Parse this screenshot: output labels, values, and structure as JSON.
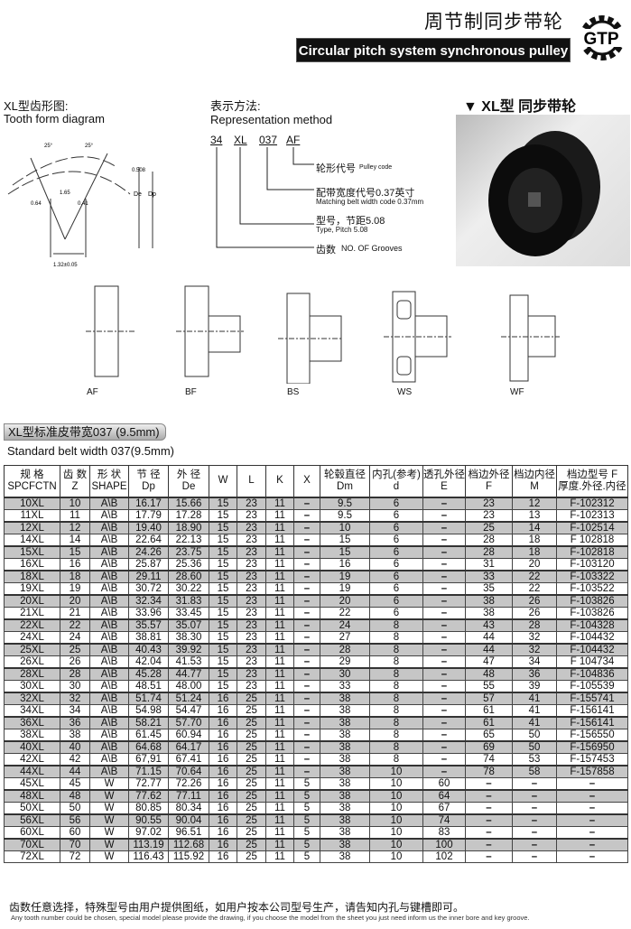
{
  "header": {
    "title_cn": "周节制同步带轮",
    "title_en": "Circular pitch system synchronous pulley",
    "logo_text": "GTP"
  },
  "tooth": {
    "title_cn": "XL型齿形图:",
    "title_en": "Tooth form diagram",
    "dims": [
      "25°",
      "25°",
      "0.508",
      "1.65",
      "0.41",
      "0.64",
      "De",
      "Dp",
      "1.32±0.05"
    ]
  },
  "representation": {
    "title_cn": "表示方法:",
    "title_en": "Representation method",
    "codes": [
      "34",
      "XL",
      "037",
      "AF"
    ],
    "pulley_code_cn": "轮形代号",
    "pulley_code_en": "Pulley code",
    "width_cn": "配带宽度代号0.37英寸",
    "width_en": "Matching belt width code 0.37mm",
    "type_cn": "型号，节距5.08",
    "type_en": "Type, Pitch 5.08",
    "grooves_cn": "齿数",
    "grooves_en": "NO. OF Grooves"
  },
  "photo": {
    "title": "▼ XL型  同步带轮"
  },
  "shapes": [
    "AF",
    "BF",
    "BS",
    "WS",
    "WF"
  ],
  "section": {
    "title_cn": "XL型标准皮带宽037 (9.5mm)",
    "title_en": "Standard belt width 037(9.5mm)"
  },
  "table": {
    "headers": [
      [
        "规  格",
        "SPCFCTN"
      ],
      [
        "齿 数",
        "Z"
      ],
      [
        "形 状",
        "SHAPE"
      ],
      [
        "节 径",
        "Dp"
      ],
      [
        "外 径",
        "De"
      ],
      [
        "W",
        ""
      ],
      [
        "L",
        ""
      ],
      [
        "K",
        ""
      ],
      [
        "X",
        ""
      ],
      [
        "轮毂直径",
        "Dm"
      ],
      [
        "内孔(参考)",
        "d"
      ],
      [
        "透孔外径",
        "E"
      ],
      [
        "档边外径",
        "F"
      ],
      [
        "档边内径",
        "M"
      ],
      [
        "档边型号  F",
        "厚度.外径.内径"
      ]
    ],
    "rows": [
      [
        "10XL",
        "10",
        "A\\B",
        "16.17",
        "15.66",
        "15",
        "23",
        "11",
        "–",
        "9.5",
        "6",
        "–",
        "23",
        "12",
        "F-102312"
      ],
      [
        "11XL",
        "11",
        "A\\B",
        "17.79",
        "17.28",
        "15",
        "23",
        "11",
        "–",
        "9.5",
        "6",
        "–",
        "23",
        "13",
        "F-102313"
      ],
      [
        "12XL",
        "12",
        "A\\B",
        "19.40",
        "18.90",
        "15",
        "23",
        "11",
        "–",
        "10",
        "6",
        "–",
        "25",
        "14",
        "F-102514"
      ],
      [
        "14XL",
        "14",
        "A\\B",
        "22.64",
        "22.13",
        "15",
        "23",
        "11",
        "–",
        "15",
        "6",
        "–",
        "28",
        "18",
        "F 102818"
      ],
      [
        "15XL",
        "15",
        "A\\B",
        "24.26",
        "23.75",
        "15",
        "23",
        "11",
        "–",
        "15",
        "6",
        "–",
        "28",
        "18",
        "F-102818"
      ],
      [
        "16XL",
        "16",
        "A\\B",
        "25.87",
        "25.36",
        "15",
        "23",
        "11",
        "–",
        "16",
        "6",
        "–",
        "31",
        "20",
        "F-103120"
      ],
      [
        "18XL",
        "18",
        "A\\B",
        "29.11",
        "28.60",
        "15",
        "23",
        "11",
        "–",
        "19",
        "6",
        "–",
        "33",
        "22",
        "F-103322"
      ],
      [
        "19XL",
        "19",
        "A\\B",
        "30.72",
        "30.22",
        "15",
        "23",
        "11",
        "–",
        "19",
        "6",
        "–",
        "35",
        "22",
        "F-103522"
      ],
      [
        "20XL",
        "20",
        "A\\B",
        "32.34",
        "31.83",
        "15",
        "23",
        "11",
        "–",
        "20",
        "6",
        "–",
        "38",
        "26",
        "F-103826"
      ],
      [
        "21XL",
        "21",
        "A\\B",
        "33.96",
        "33.45",
        "15",
        "23",
        "11",
        "–",
        "22",
        "6",
        "–",
        "38",
        "26",
        "F-103826"
      ],
      [
        "22XL",
        "22",
        "A\\B",
        "35.57",
        "35.07",
        "15",
        "23",
        "11",
        "–",
        "24",
        "8",
        "–",
        "43",
        "28",
        "F-104328"
      ],
      [
        "24XL",
        "24",
        "A\\B",
        "38.81",
        "38.30",
        "15",
        "23",
        "11",
        "–",
        "27",
        "8",
        "–",
        "44",
        "32",
        "F-104432"
      ],
      [
        "25XL",
        "25",
        "A\\B",
        "40.43",
        "39.92",
        "15",
        "23",
        "11",
        "–",
        "28",
        "8",
        "–",
        "44",
        "32",
        "F-104432"
      ],
      [
        "26XL",
        "26",
        "A\\B",
        "42.04",
        "41.53",
        "15",
        "23",
        "11",
        "–",
        "29",
        "8",
        "–",
        "47",
        "34",
        "F 104734"
      ],
      [
        "28XL",
        "28",
        "A\\B",
        "45.28",
        "44.77",
        "15",
        "23",
        "11",
        "–",
        "30",
        "8",
        "–",
        "48",
        "36",
        "F-104836"
      ],
      [
        "30XL",
        "30",
        "A\\B",
        "48.51",
        "48.00",
        "15",
        "23",
        "11",
        "–",
        "33",
        "8",
        "–",
        "55",
        "39",
        "F-105539"
      ],
      [
        "32XL",
        "32",
        "A\\B",
        "51.74",
        "51.24",
        "16",
        "25",
        "11",
        "–",
        "38",
        "8",
        "–",
        "57",
        "41",
        "F-155741"
      ],
      [
        "34XL",
        "34",
        "A\\B",
        "54.98",
        "54.47",
        "16",
        "25",
        "11",
        "–",
        "38",
        "8",
        "–",
        "61",
        "41",
        "F-156141"
      ],
      [
        "36XL",
        "36",
        "A\\B",
        "58.21",
        "57.70",
        "16",
        "25",
        "11",
        "–",
        "38",
        "8",
        "–",
        "61",
        "41",
        "F-156141"
      ],
      [
        "38XL",
        "38",
        "A\\B",
        "61.45",
        "60.94",
        "16",
        "25",
        "11",
        "–",
        "38",
        "8",
        "–",
        "65",
        "50",
        "F-156550"
      ],
      [
        "40XL",
        "40",
        "A\\B",
        "64.68",
        "64.17",
        "16",
        "25",
        "11",
        "–",
        "38",
        "8",
        "–",
        "69",
        "50",
        "F-156950"
      ],
      [
        "42XL",
        "42",
        "A\\B",
        "67,91",
        "67.41",
        "16",
        "25",
        "11",
        "–",
        "38",
        "8",
        "–",
        "74",
        "53",
        "F-157453"
      ],
      [
        "44XL",
        "44",
        "A\\B",
        "71.15",
        "70.64",
        "16",
        "25",
        "11",
        "–",
        "38",
        "10",
        "–",
        "78",
        "58",
        "F-157858"
      ],
      [
        "45XL",
        "45",
        "W",
        "72.77",
        "72.26",
        "16",
        "25",
        "11",
        "5",
        "38",
        "10",
        "60",
        "–",
        "–",
        "–"
      ],
      [
        "48XL",
        "48",
        "W",
        "77.62",
        "77.11",
        "16",
        "25",
        "11",
        "5",
        "38",
        "10",
        "64",
        "–",
        "–",
        "–"
      ],
      [
        "50XL",
        "50",
        "W",
        "80.85",
        "80.34",
        "16",
        "25",
        "11",
        "5",
        "38",
        "10",
        "67",
        "–",
        "–",
        "–"
      ],
      [
        "56XL",
        "56",
        "W",
        "90.55",
        "90.04",
        "16",
        "25",
        "11",
        "5",
        "38",
        "10",
        "74",
        "–",
        "–",
        "–"
      ],
      [
        "60XL",
        "60",
        "W",
        "97.02",
        "96.51",
        "16",
        "25",
        "11",
        "5",
        "38",
        "10",
        "83",
        "–",
        "–",
        "–"
      ],
      [
        "70XL",
        "70",
        "W",
        "113.19",
        "112.68",
        "16",
        "25",
        "11",
        "5",
        "38",
        "10",
        "100",
        "–",
        "–",
        "–"
      ],
      [
        "72XL",
        "72",
        "W",
        "116.43",
        "115.92",
        "16",
        "25",
        "11",
        "5",
        "38",
        "10",
        "102",
        "–",
        "–",
        "–"
      ]
    ]
  },
  "note": {
    "cn": "齿数任意选择，特殊型号由用户提供图纸，如用户按本公司型号生产，请告知内孔与键槽即可。",
    "en": "Any tooth number could be chosen, special model please provide the drawing, if you choose the model from the sheet you just need inform us the inner bore and key groove."
  }
}
